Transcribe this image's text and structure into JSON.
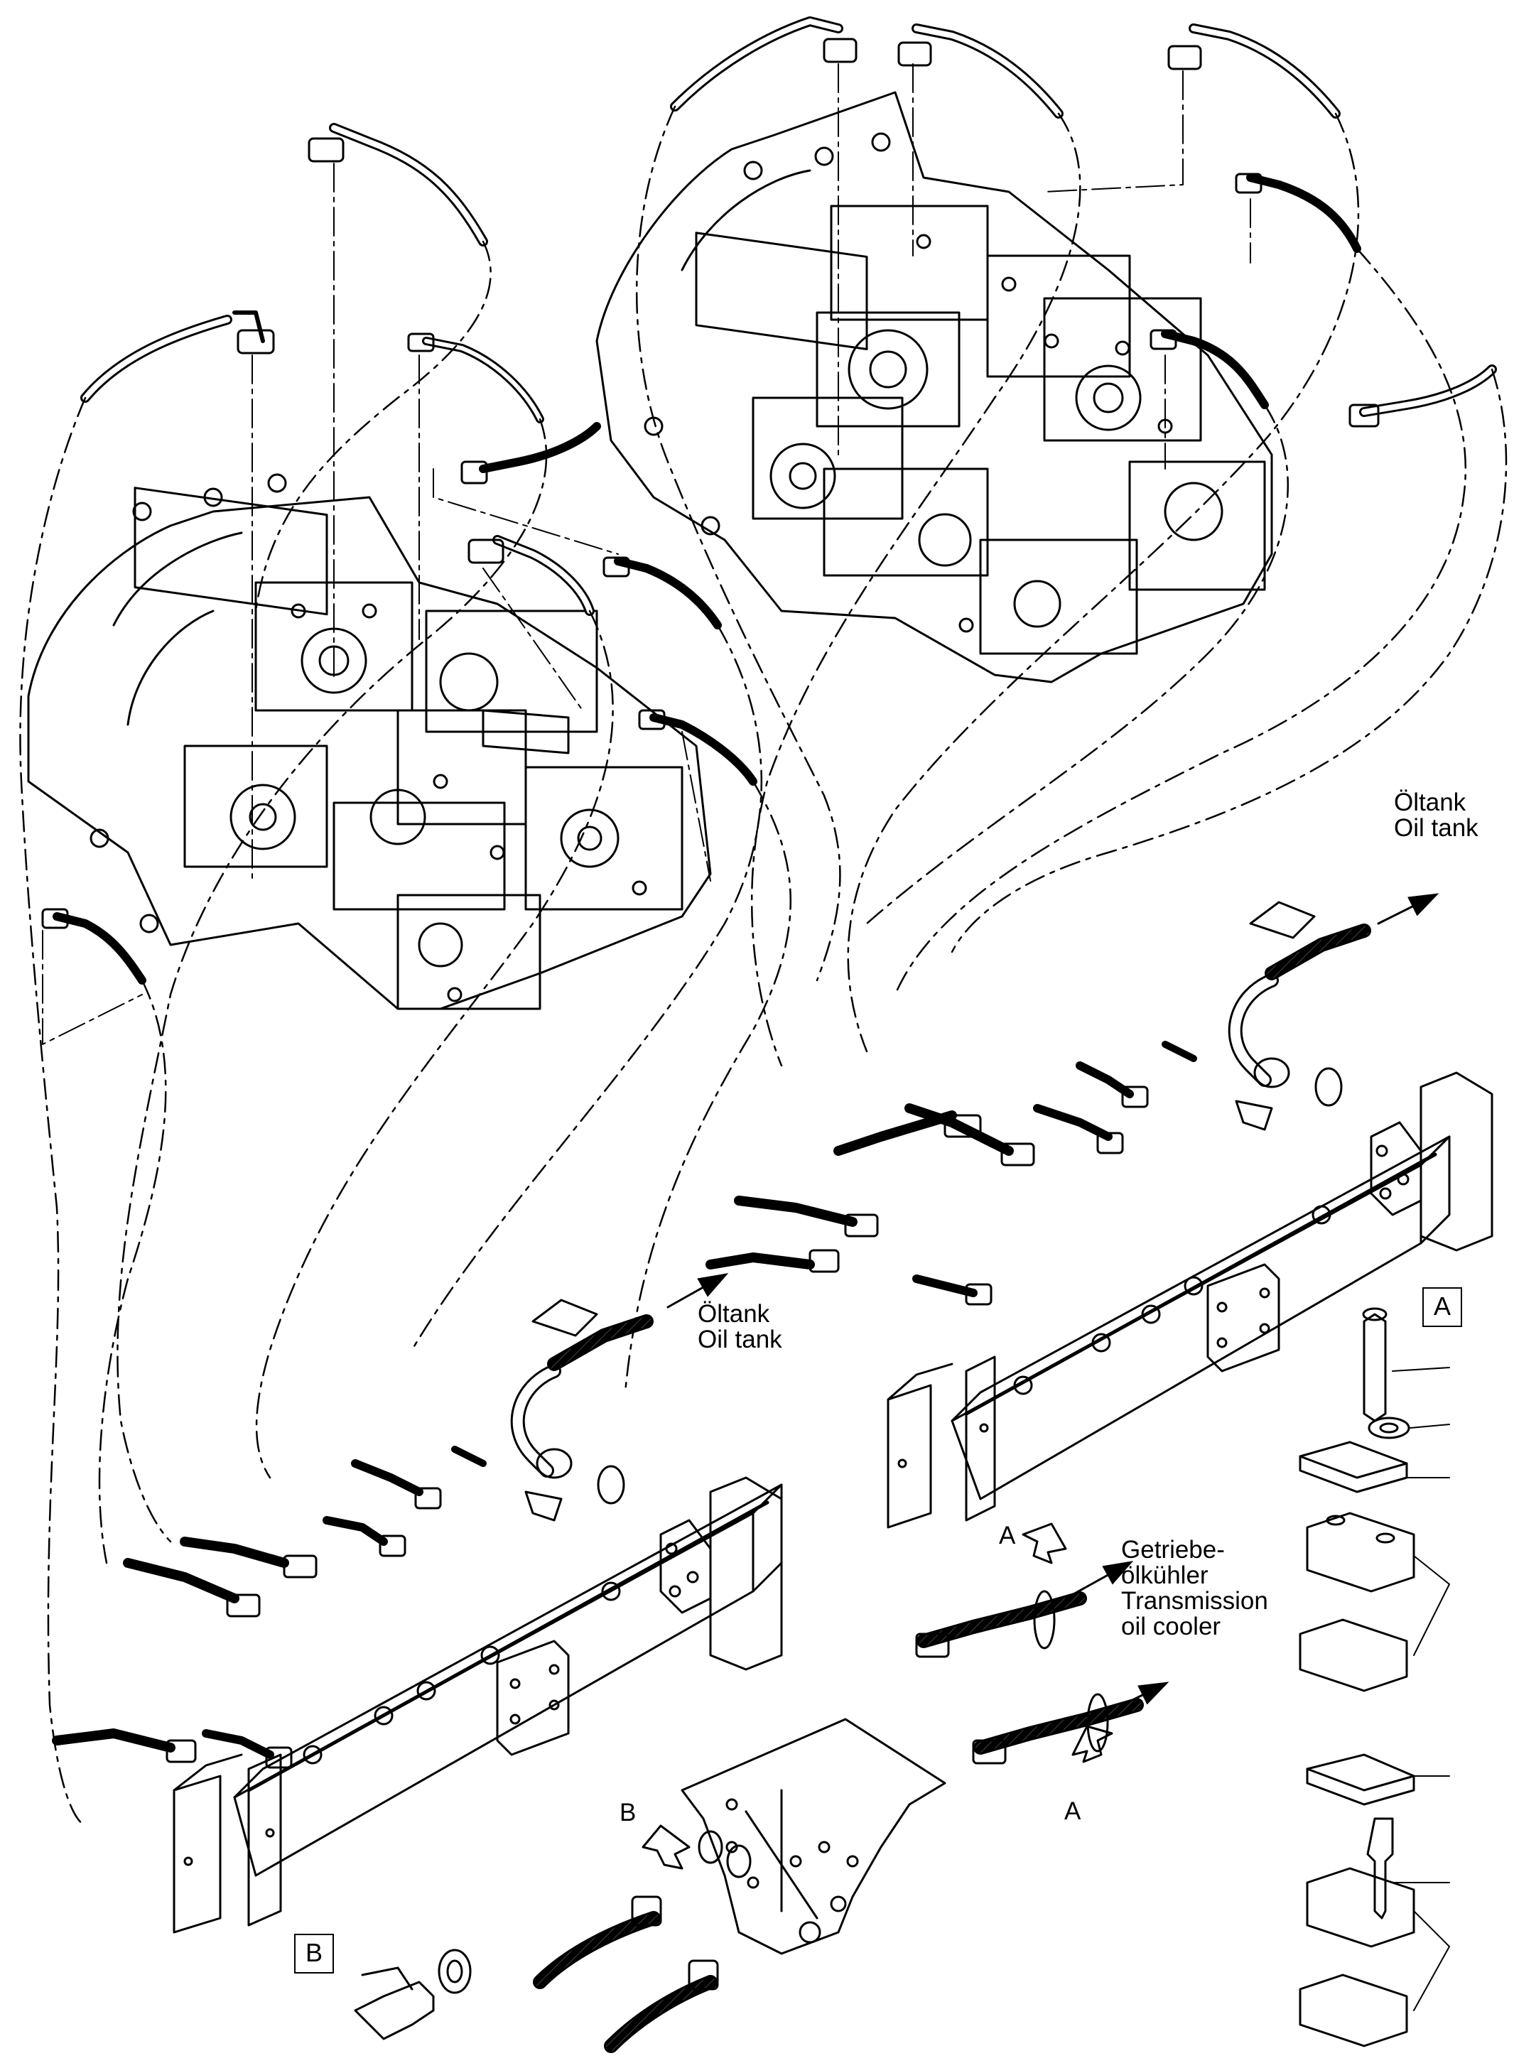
{
  "labels": {
    "oil_tank_top_de": "Öltank",
    "oil_tank_top_en": "Oil tank",
    "oil_tank_mid_de": "Öltank",
    "oil_tank_mid_en": "Oil tank",
    "cooler_de_1": "Getriebe-",
    "cooler_de_2": "ölkühler",
    "cooler_en_1": "Transmission",
    "cooler_en_2": "oil cooler",
    "arrow_a_upper": "A",
    "arrow_a_lower": "A",
    "arrow_b": "B",
    "box_a": "A",
    "box_b": "B"
  },
  "colors": {
    "line": "#000000",
    "background": "#ffffff",
    "hatch": "#444444"
  }
}
